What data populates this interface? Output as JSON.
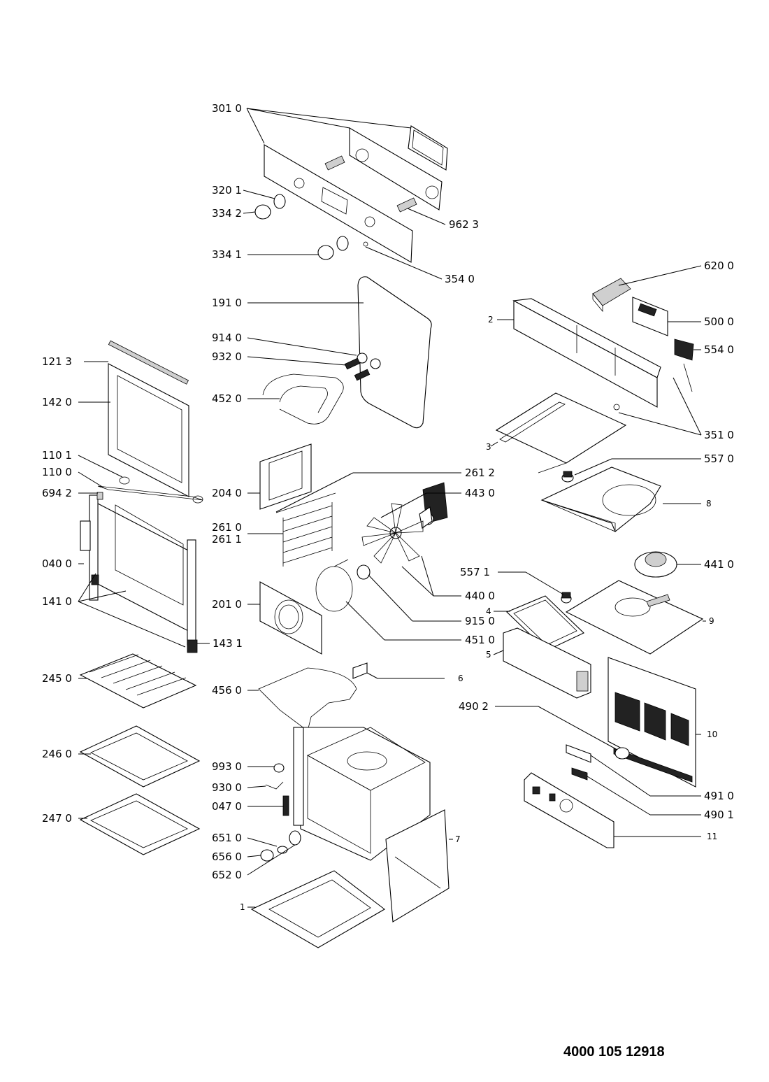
{
  "document_number": "4000 105 12918",
  "callouts": {
    "c301_0": "301 0",
    "c320_1": "320 1",
    "c334_2": "334 2",
    "c962_3": "962 3",
    "c334_1": "334 1",
    "c354_0": "354 0",
    "c620_0": "620 0",
    "c191_0": "191 0",
    "c2": "2",
    "c500_0": "500 0",
    "c914_0": "914 0",
    "c554_0": "554 0",
    "c121_3": "121 3",
    "c932_0": "932 0",
    "c142_0": "142 0",
    "c452_0": "452 0",
    "c3": "3",
    "c351_0": "351 0",
    "c110_1": "110 1",
    "c557_0": "557 0",
    "c110_0": "110 0",
    "c261_2": "261 2",
    "c694_2": "694 2",
    "c204_0": "204 0",
    "c443_0": "443 0",
    "c8": "8",
    "c261_0": "261 0",
    "c261_1": "261 1",
    "c040_0": "040 0",
    "c441_0": "441 0",
    "c557_1": "557 1",
    "c141_0": "141 0",
    "c440_0": "440 0",
    "c201_0": "201 0",
    "c4": "4",
    "c915_0": "915 0",
    "c9": "9",
    "c451_0": "451 0",
    "c5": "5",
    "c143_1": "143 1",
    "c245_0": "245 0",
    "c6": "6",
    "c456_0": "456 0",
    "c490_2": "490 2",
    "c10": "10",
    "c246_0": "246 0",
    "c993_0": "993 0",
    "c491_0": "491 0",
    "c930_0": "930 0",
    "c490_1": "490 1",
    "c047_0": "047 0",
    "c247_0": "247 0",
    "c7": "7",
    "c651_0": "651 0",
    "c11": "11",
    "c656_0": "656 0",
    "c652_0": "652 0",
    "c1": "1"
  }
}
